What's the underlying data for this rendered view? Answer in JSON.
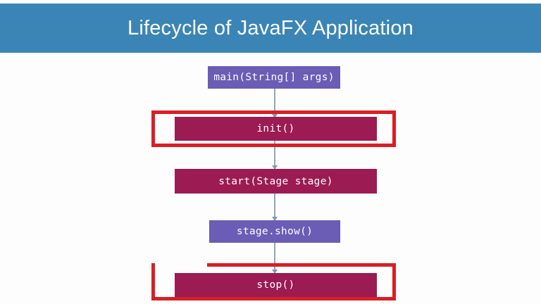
{
  "slide": {
    "title": "Lifecycle of JavaFX Application",
    "banner_color": "#3a85b5",
    "background_color": "#fdfdfd"
  },
  "diagram": {
    "type": "flowchart",
    "orientation": "vertical",
    "connector_color": "#8fa8b8",
    "nodes": [
      {
        "id": "main",
        "label": "main(String[] args)",
        "color": "#6b5cb5",
        "highlighted": false
      },
      {
        "id": "init",
        "label": "init()",
        "color": "#9b1b52",
        "highlighted": true
      },
      {
        "id": "start",
        "label": "start(Stage stage)",
        "color": "#9b1b52",
        "highlighted": false
      },
      {
        "id": "stage_show",
        "label": "stage.show()",
        "color": "#6b5cb5",
        "highlighted": false
      },
      {
        "id": "stop",
        "label": "stop()",
        "color": "#9b1b52",
        "highlighted": true
      }
    ],
    "edges": [
      {
        "from": "main",
        "to": "init"
      },
      {
        "from": "init",
        "to": "start"
      },
      {
        "from": "start",
        "to": "stage_show"
      },
      {
        "from": "stage_show",
        "to": "stop"
      }
    ],
    "annotations": [
      {
        "id": "highlight-init",
        "target": "init",
        "shape": "rectangle",
        "color": "#d81f25"
      },
      {
        "id": "highlight-stop",
        "target": "stop",
        "shape": "rectangle",
        "color": "#d81f25"
      }
    ]
  }
}
